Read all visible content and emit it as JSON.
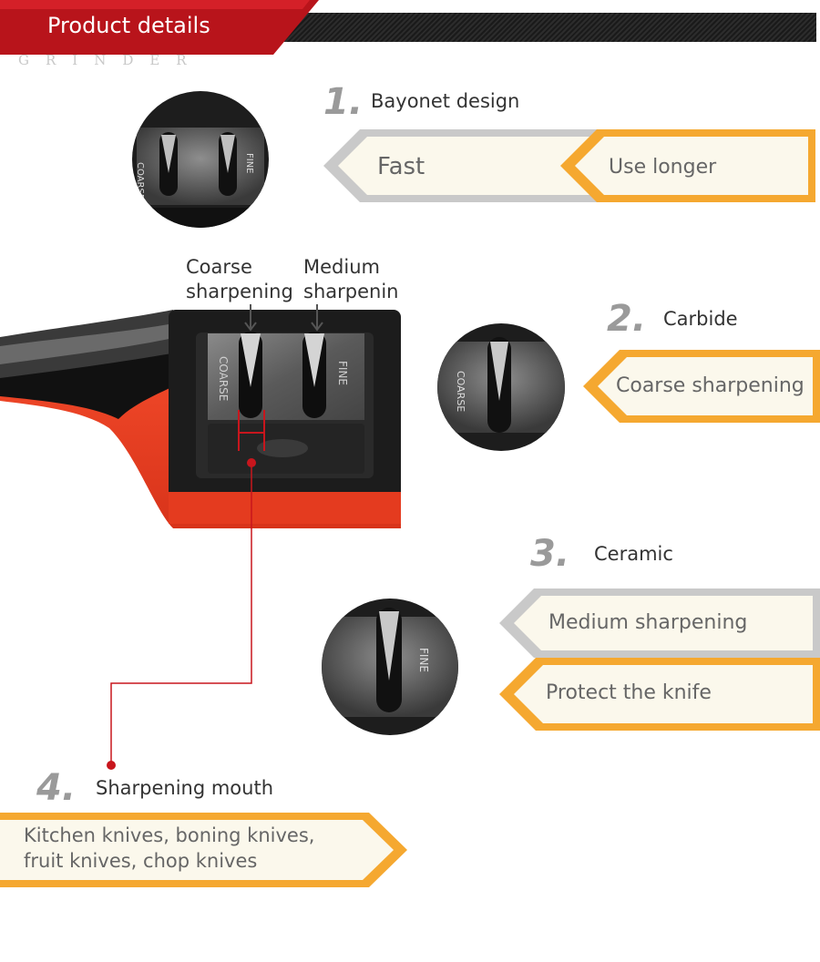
{
  "header": {
    "title": "Product details",
    "subtitle": "GRINDER"
  },
  "features": [
    {
      "number": "1",
      "title": "Bayonet design",
      "boxes": [
        "Fast",
        "Use longer"
      ]
    },
    {
      "number": "2",
      "title": "Carbide",
      "boxes": [
        "Coarse sharpening"
      ]
    },
    {
      "number": "3",
      "title": "Ceramic",
      "boxes": [
        "Medium sharpening",
        "Protect the knife"
      ]
    },
    {
      "number": "4",
      "title": "Sharpening mouth",
      "boxes": [
        "Kitchen knives, boning knives,",
        "fruit knives, chop knives"
      ]
    }
  ],
  "product": {
    "slot_labels": [
      "Coarse",
      "sharpening",
      "Medium",
      "sharpenin"
    ],
    "engravings": [
      "COARSE",
      "FINE"
    ]
  },
  "colors": {
    "accent_red": "#c8161d",
    "orange": "#f5a830",
    "gray": "#c9c9c9",
    "box_fill": "#fbf8ec"
  }
}
